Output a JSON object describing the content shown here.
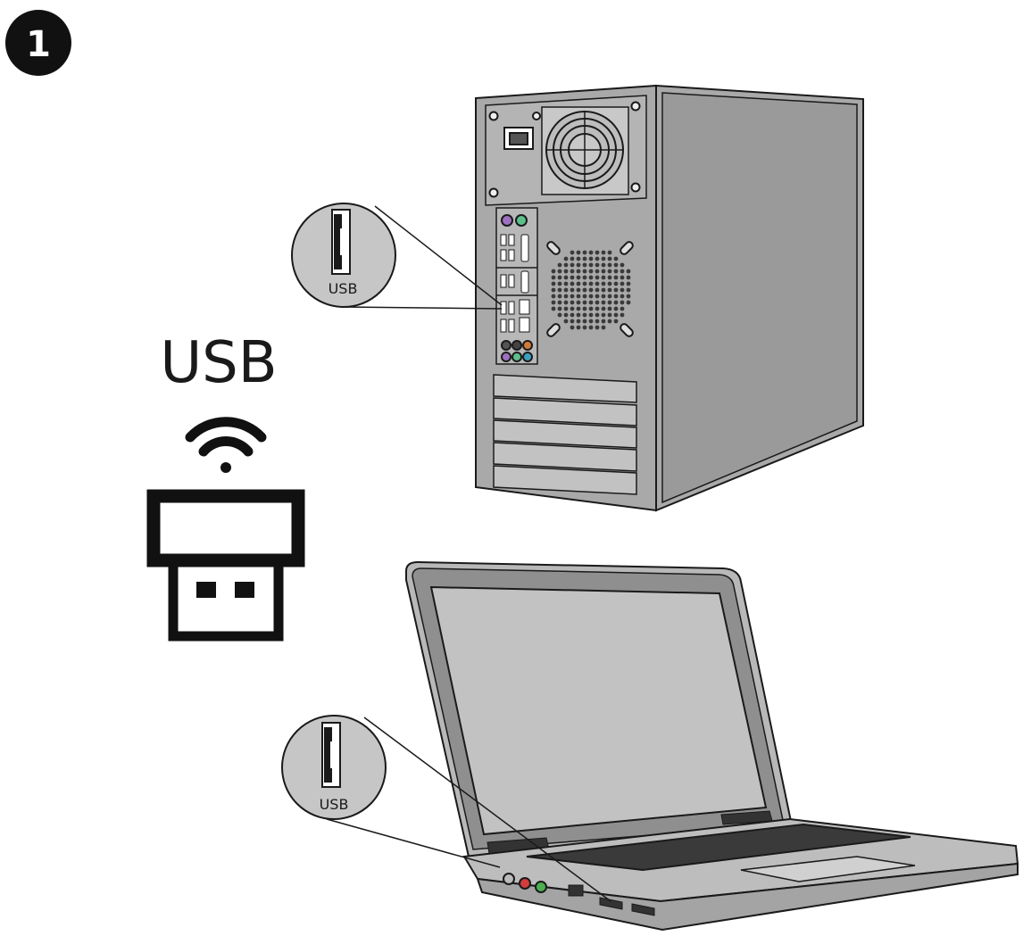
{
  "step": {
    "number": "1"
  },
  "heading": {
    "label": "USB"
  },
  "callouts": {
    "desktop": {
      "label": "USB"
    },
    "laptop": {
      "label": "USB"
    }
  },
  "icons": {
    "step": "step-number-badge",
    "wireless": "wifi-signal-icon",
    "dongle": "usb-wireless-adapter-icon",
    "desktop": "desktop-tower-pc",
    "laptop": "laptop-computer"
  },
  "colors": {
    "outline": "#1a1a1a",
    "body": "#a9a9a9",
    "panel": "#bdbdbd",
    "screen": "#c2c2c2",
    "callout": "#c6c6c6",
    "audio_purple": "#a070c0",
    "audio_green": "#5cc08a",
    "audio_red": "#d23c3c",
    "audio_blue": "#3aa0c0",
    "audio_orange": "#d07a3a"
  }
}
